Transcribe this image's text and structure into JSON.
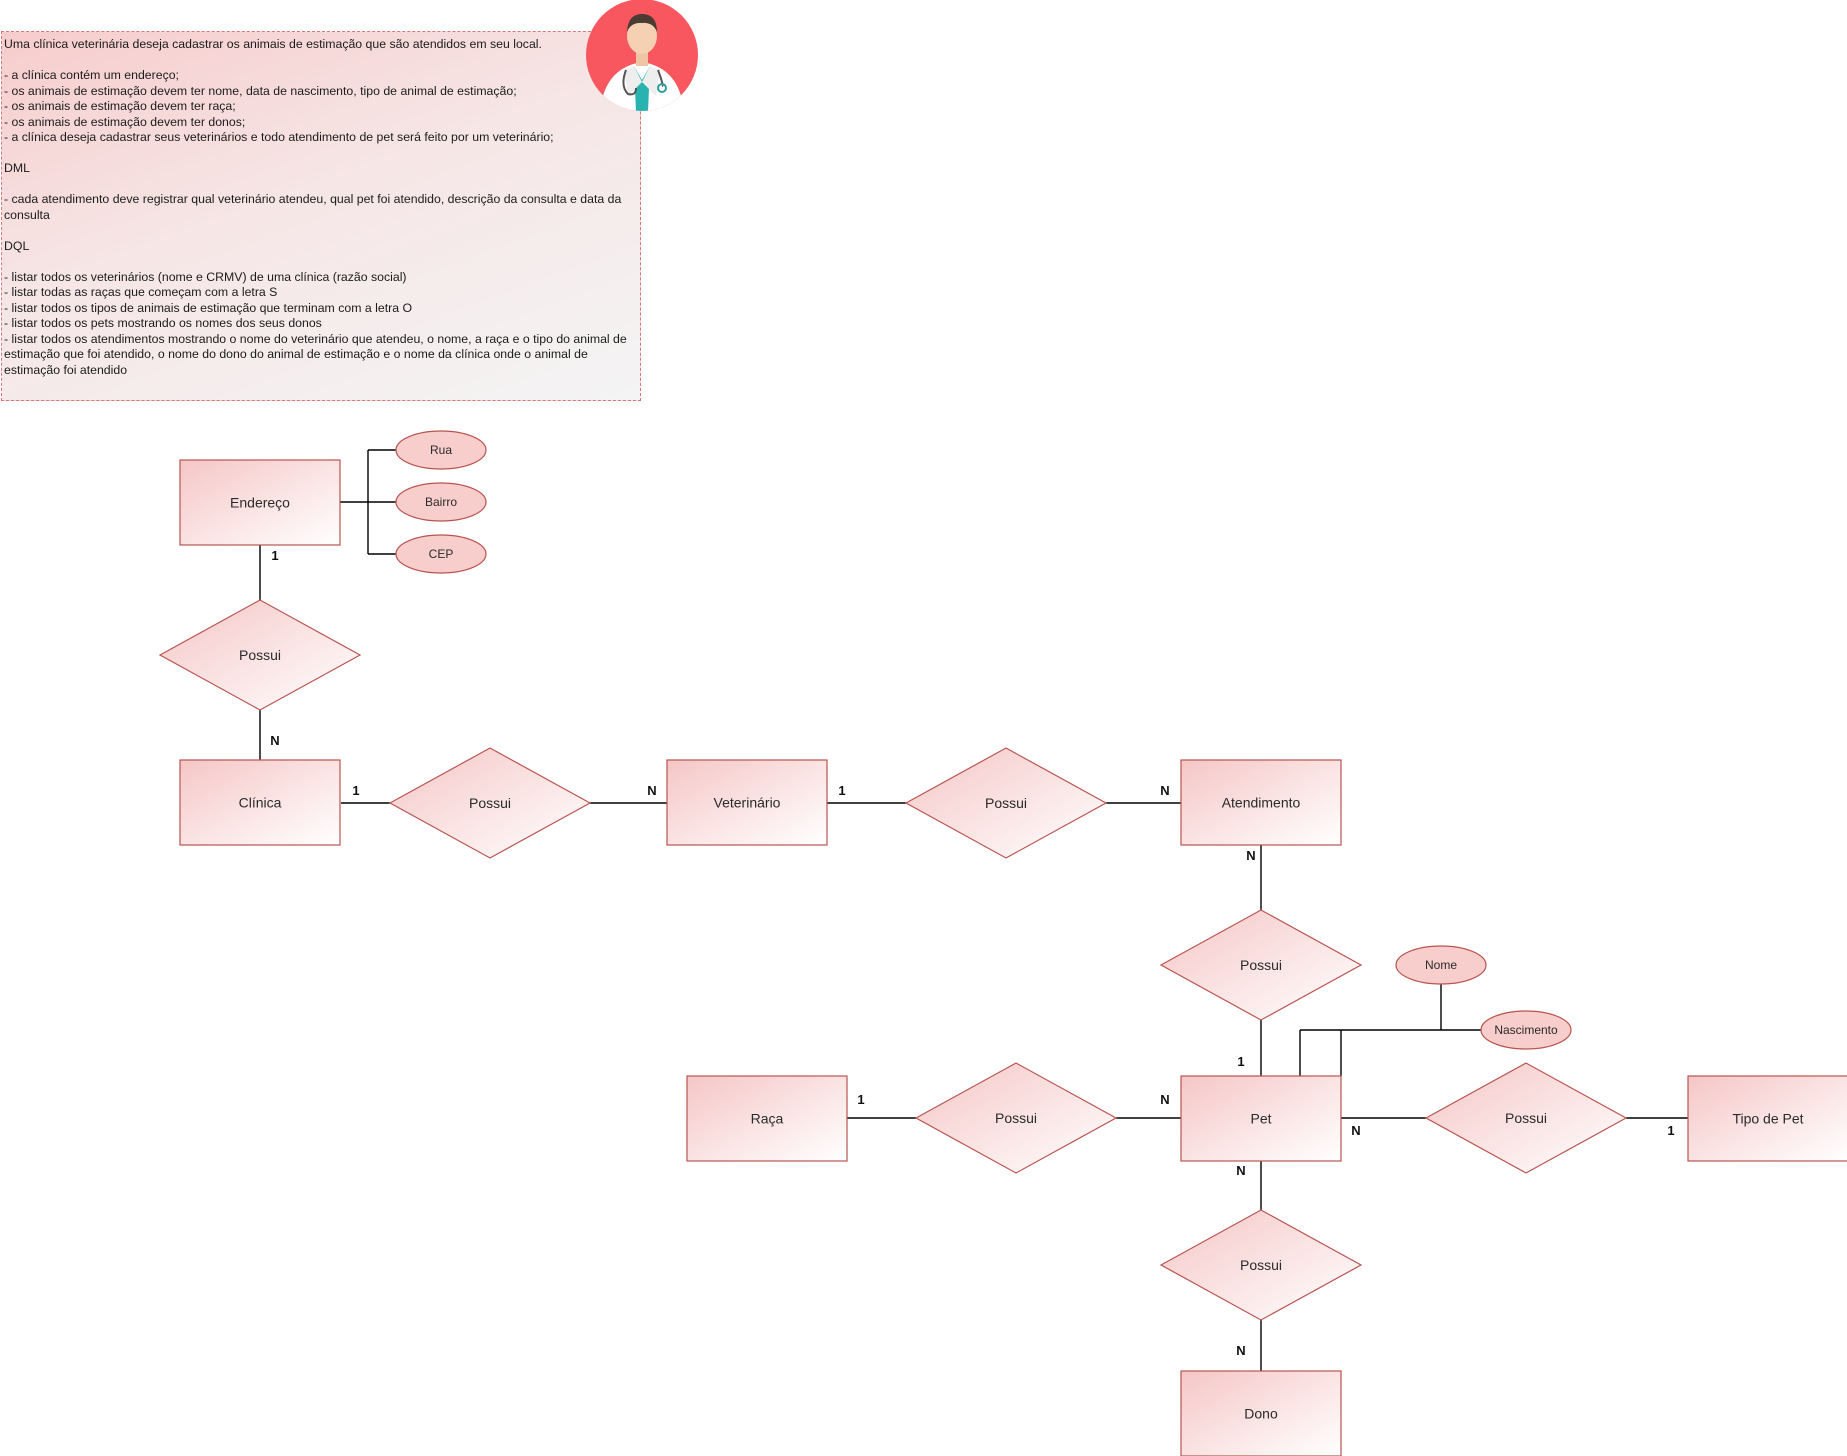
{
  "note": {
    "lines": [
      "Uma clínica veterinária deseja cadastrar os animais de estimação que são atendidos em seu local.",
      "",
      "- a clínica contém um endereço;",
      "- os animais de estimação devem ter nome, data de nascimento, tipo de animal de estimação;",
      "- os animais de estimação devem ter raça;",
      "- os animais de estimação devem ter donos;",
      "- a clínica deseja cadastrar seus veterinários e todo atendimento de pet será feito por um veterinário;",
      "",
      "DML",
      "",
      "- cada atendimento deve registrar qual veterinário atendeu, qual pet foi atendido, descrição da consulta e data da consulta",
      "",
      "DQL",
      "",
      "- listar todos os veterinários (nome e CRMV) de uma clínica (razão social)",
      "- listar todas as raças que começam com a letra S",
      "- listar todos os tipos de animais de estimação que terminam com a letra O",
      "- listar todos os pets mostrando os nomes dos seus donos",
      "- listar todos os atendimentos mostrando o nome do veterinário que atendeu, o nome, a raça e o tipo do animal de estimação que foi atendido, o nome do dono do animal de estimação e o nome da clínica onde o animal de estimação foi atendido"
    ]
  },
  "avatar": {
    "icon": "doctor-avatar-icon",
    "bg_color": "#f9575f"
  },
  "colors": {
    "fill_start": "#f5c6c6",
    "fill_end": "#ffffff",
    "stroke": "#b85450",
    "line": "#000000"
  },
  "entities": [
    {
      "id": "endereco",
      "label": "Endereço"
    },
    {
      "id": "clinica",
      "label": "Clínica"
    },
    {
      "id": "veterinario",
      "label": "Veterinário"
    },
    {
      "id": "atendimento",
      "label": "Atendimento"
    },
    {
      "id": "pet",
      "label": "Pet"
    },
    {
      "id": "raca",
      "label": "Raça"
    },
    {
      "id": "tipo",
      "label": "Tipo de Pet"
    },
    {
      "id": "dono",
      "label": "Dono"
    }
  ],
  "relationships": [
    {
      "id": "endereco-clinica",
      "label": "Possui"
    },
    {
      "id": "clinica-veterinario",
      "label": "Possui"
    },
    {
      "id": "veterinario-atendimento",
      "label": "Possui"
    },
    {
      "id": "atendimento-pet",
      "label": "Possui"
    },
    {
      "id": "raca-pet",
      "label": "Possui"
    },
    {
      "id": "pet-tipo",
      "label": "Possui"
    },
    {
      "id": "pet-dono",
      "label": "Possui"
    }
  ],
  "attributes": [
    {
      "id": "rua",
      "owner": "endereco",
      "label": "Rua"
    },
    {
      "id": "bairro",
      "owner": "endereco",
      "label": "Bairro"
    },
    {
      "id": "cep",
      "owner": "endereco",
      "label": "CEP"
    },
    {
      "id": "nome",
      "owner": "pet",
      "label": "Nome"
    },
    {
      "id": "nascimento",
      "owner": "pet",
      "label": "Nascimento"
    }
  ],
  "cardinalities": [
    {
      "id": "endereco-side",
      "label": "1"
    },
    {
      "id": "clinica-endereco-side",
      "label": "N"
    },
    {
      "id": "clinica-vet-side",
      "label": "1"
    },
    {
      "id": "vet-clinica-side",
      "label": "N"
    },
    {
      "id": "vet-atend-side",
      "label": "1"
    },
    {
      "id": "atend-vet-side",
      "label": "N"
    },
    {
      "id": "atend-pet-side",
      "label": "N"
    },
    {
      "id": "pet-atend-side",
      "label": "1"
    },
    {
      "id": "raca-side",
      "label": "1"
    },
    {
      "id": "pet-raca-side",
      "label": "N"
    },
    {
      "id": "pet-tipo-side",
      "label": "N"
    },
    {
      "id": "tipo-side",
      "label": "1"
    },
    {
      "id": "pet-dono-side",
      "label": "N"
    },
    {
      "id": "dono-side",
      "label": "N"
    }
  ]
}
